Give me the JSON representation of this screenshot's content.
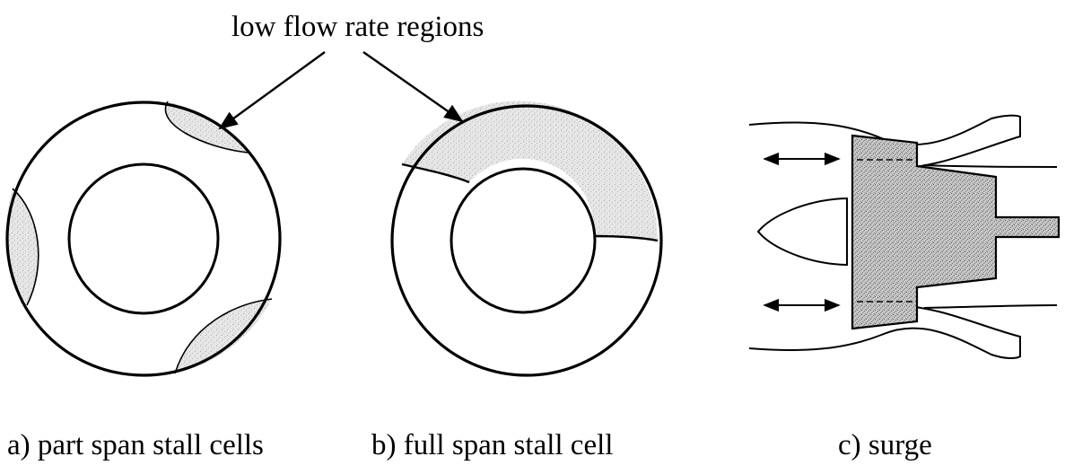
{
  "annotation": {
    "text": "low flow rate regions"
  },
  "panels": [
    {
      "id": "a",
      "caption": "a) part span stall cells"
    },
    {
      "id": "b",
      "caption": "b) full span stall cell"
    },
    {
      "id": "c",
      "caption": "c) surge"
    }
  ],
  "colors": {
    "line": "#000000",
    "stall_fill": "#e7e7e7",
    "surge_fill": "#bdbdbd",
    "background": "#ffffff"
  }
}
